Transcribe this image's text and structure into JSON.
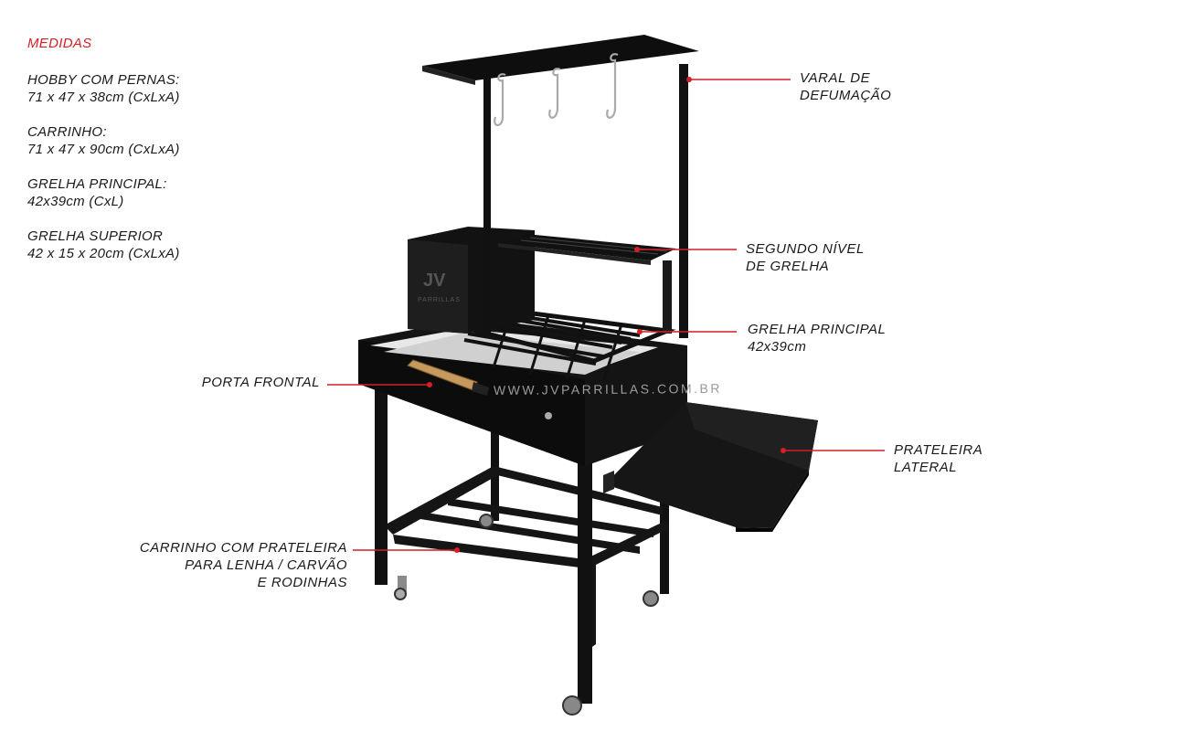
{
  "specs": {
    "title": "MEDIDAS",
    "items": [
      {
        "label": "HOBBY COM PERNAS:",
        "value": "71 x 47 x 38cm (CxLxA)"
      },
      {
        "label": "CARRINHO:",
        "value": "71 x 47 x 90cm (CxLxA)"
      },
      {
        "label": "GRELHA PRINCIPAL:",
        "value": "42x39cm (CxL)"
      },
      {
        "label": "GRELHA SUPERIOR",
        "value": "42 x 15 x 20cm (CxLxA)"
      }
    ]
  },
  "callouts": {
    "varal": {
      "line1": "VARAL DE",
      "line2": "DEFUMAÇÃO"
    },
    "segundo": {
      "line1": "SEGUNDO NÍVEL",
      "line2": "DE GRELHA"
    },
    "grelha": {
      "line1": "GRELHA PRINCIPAL",
      "line2": "42x39cm"
    },
    "porta": {
      "line1": "PORTA FRONTAL"
    },
    "prateleira": {
      "line1": "PRATELEIRA",
      "line2": "LATERAL"
    },
    "carrinho": {
      "line1": "CARRINHO COM PRATELEIRA",
      "line2": "PARA LENHA / CARVÃO",
      "line3": "E RODINHAS"
    }
  },
  "brand": {
    "logo_text": "JV",
    "logo_sub": "PARRILLAS",
    "watermark": "WWW.JVPARRILLAS.COM.BR"
  },
  "colors": {
    "accent": "#d31f26",
    "metal": "#111111"
  }
}
